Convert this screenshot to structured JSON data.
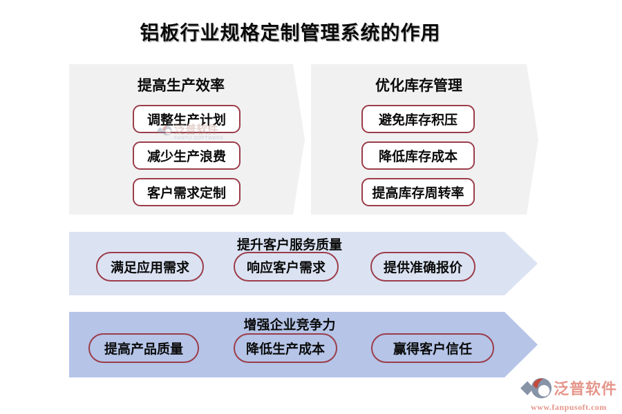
{
  "title": "铝板行业规格定制管理系统的作用",
  "sections": [
    {
      "heading": "提高生产效率",
      "items": [
        "调整生产计划",
        "减少生产浪费",
        "客户需求定制"
      ]
    },
    {
      "heading": "优化库存管理",
      "items": [
        "避免库存积压",
        "降低库存成本",
        "提高库存周转率"
      ]
    },
    {
      "heading": "提升客户服务质量",
      "items": [
        "满足应用需求",
        "响应客户需求",
        "提供准确报价"
      ]
    },
    {
      "heading": "增强企业竞争力",
      "items": [
        "提高产品质量",
        "降低生产成本",
        "赢得客户信任"
      ]
    }
  ],
  "watermark": {
    "name": "泛普软件",
    "subtitle": "FANPU SOFTWARE"
  },
  "logo": {
    "name": "泛普软件",
    "url": "www.fanpusoft.com"
  },
  "colors": {
    "box_gray": "#f1f1f2",
    "band_light_blue": "#dbe3f3",
    "band_medium_blue": "#b5c4e7",
    "node_border_maroon": "#9b3c48",
    "logo_salmon": "#e5958a",
    "logo_slate": "#8793a7",
    "logo_red": "#c14b3d"
  }
}
